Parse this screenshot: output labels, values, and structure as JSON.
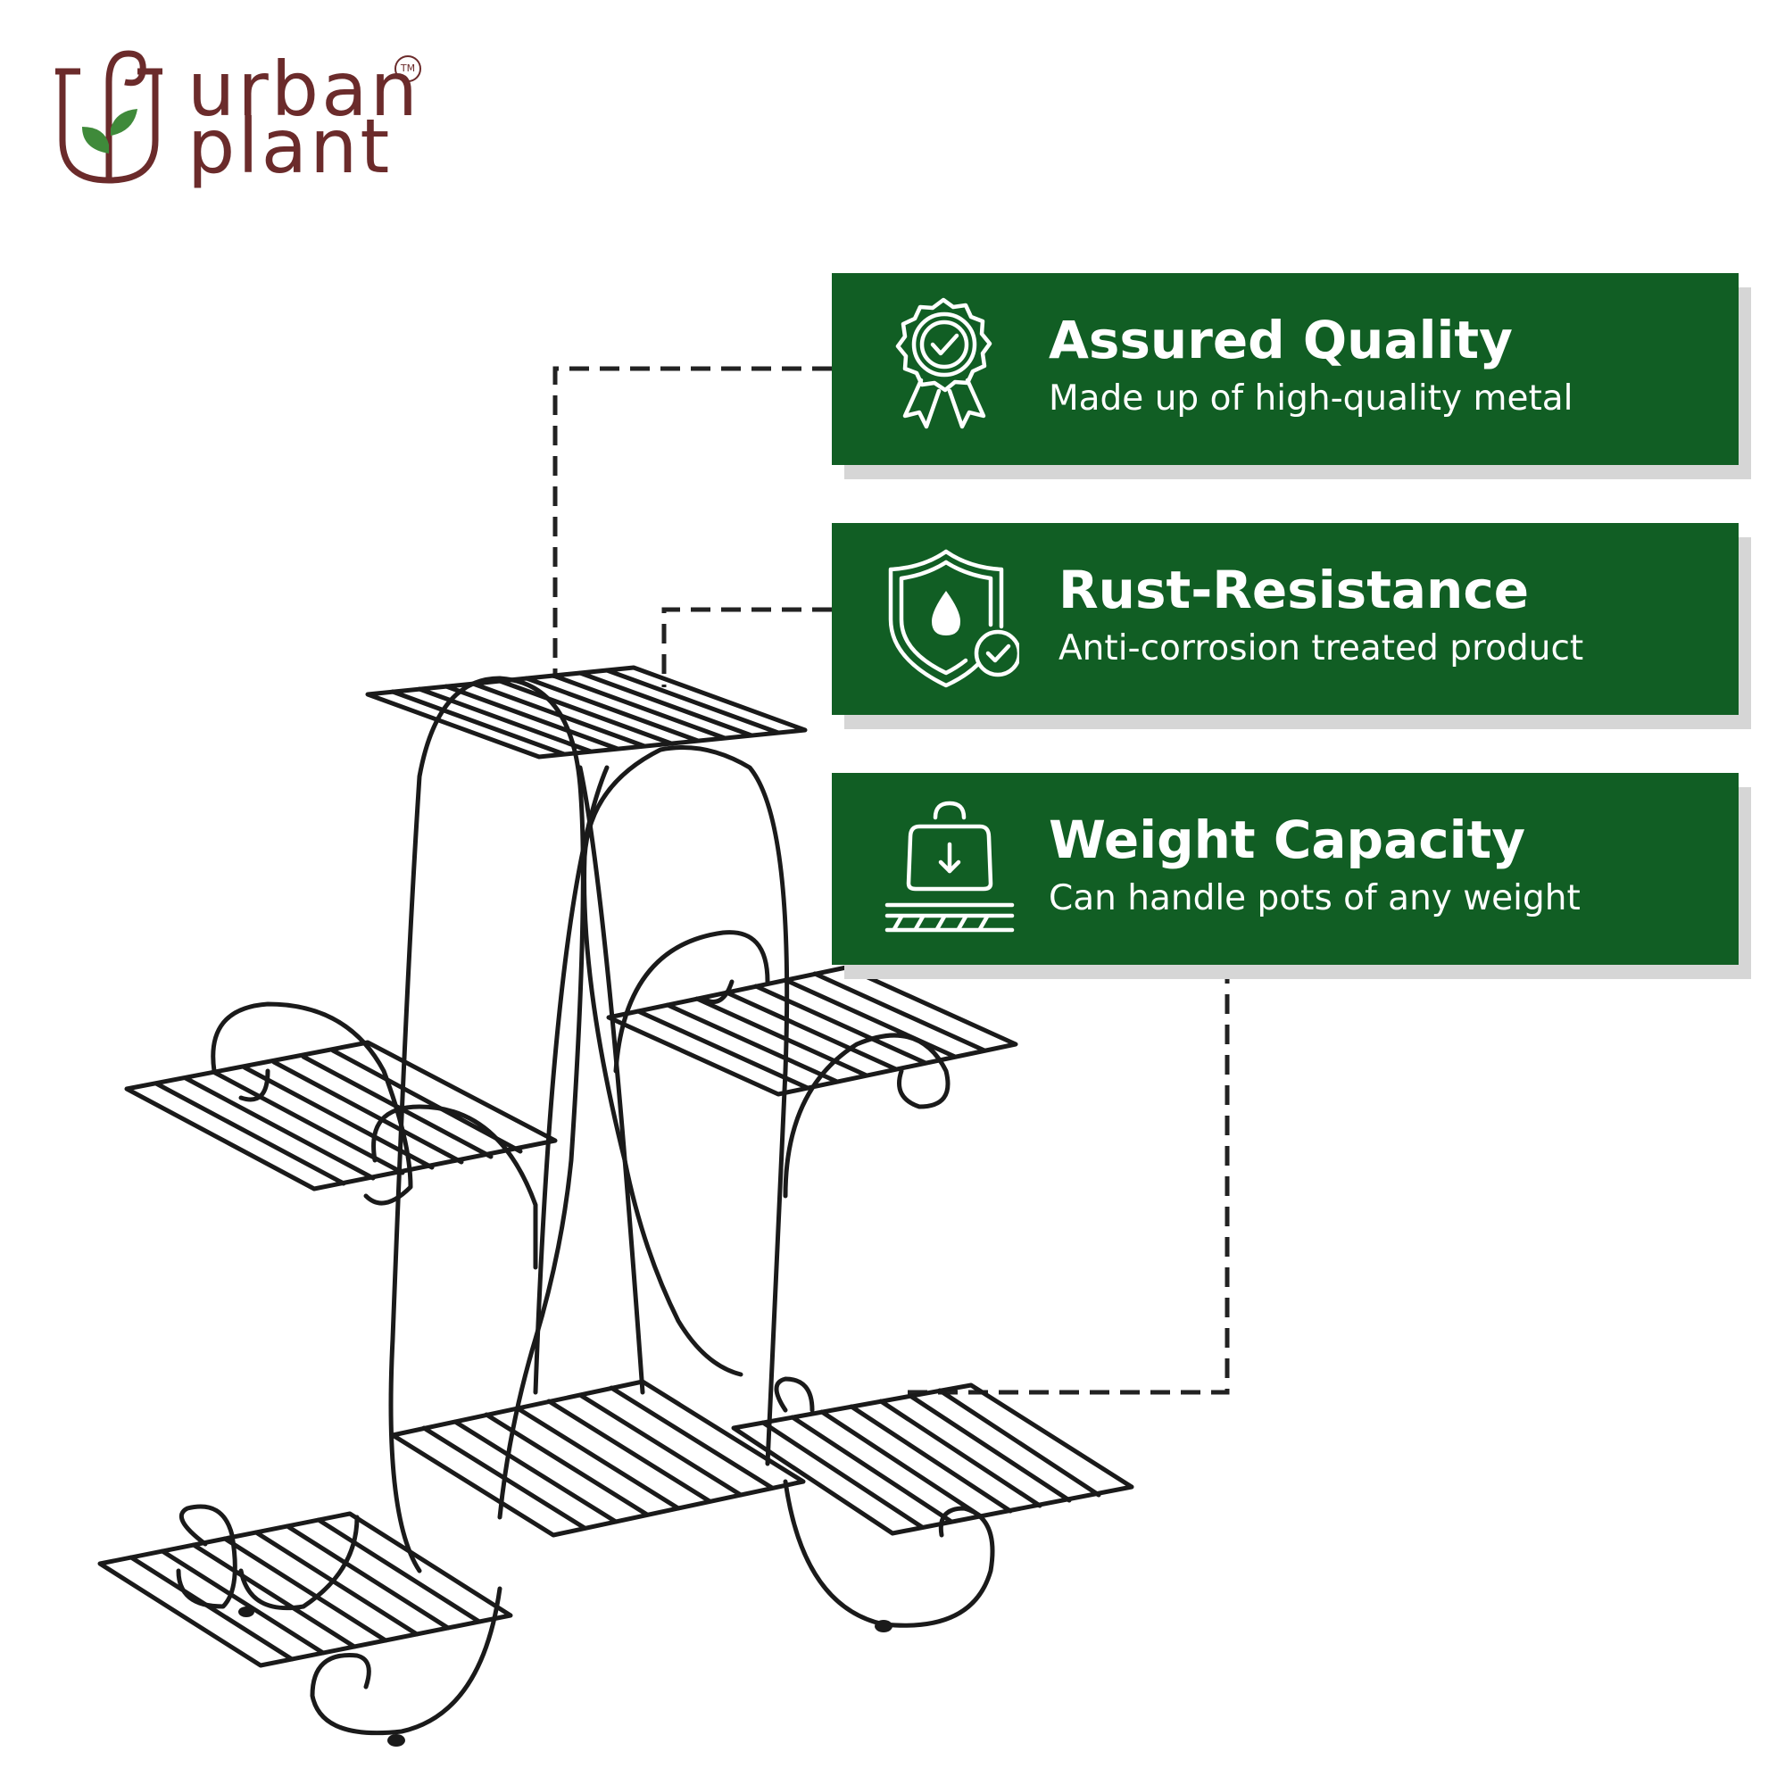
{
  "brand": {
    "line1": "urban",
    "line2": "plant",
    "trademark": "TM",
    "color": "#6b2b2b",
    "leaf_color": "#3f8a3a"
  },
  "features": [
    {
      "title": "Assured Quality",
      "subtitle": "Made up of high-quality metal",
      "icon": "award-ribbon-check-icon"
    },
    {
      "title": "Rust-Resistance",
      "subtitle": "Anti-corrosion treated product",
      "icon": "shield-water-drop-check-icon"
    },
    {
      "title": "Weight Capacity",
      "subtitle": "Can handle pots of any weight",
      "icon": "weight-bag-down-arrow-icon"
    }
  ],
  "colors": {
    "card_background": "#115e24",
    "card_shadow": "#d6d6d6",
    "text": "#ffffff",
    "metal": "#1a1a1a"
  },
  "product": "black-metal-plant-stand"
}
